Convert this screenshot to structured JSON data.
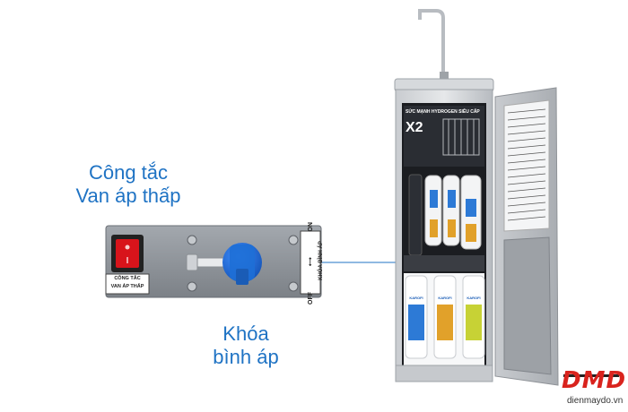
{
  "callouts": {
    "switch_label_line1": "Công tắc",
    "switch_label_line2": "Van áp thấp",
    "valve_label_line1": "Khóa",
    "valve_label_line2": "bình áp"
  },
  "panel": {
    "switch_caption_line1": "CÔNG TẮC",
    "switch_caption_line2": "VAN ÁP THẤP",
    "valve_on": "ON",
    "valve_off": "OFF",
    "valve_caption": "KHÓA BÌNH ÁP"
  },
  "machine": {
    "banner_line1": "SỨC MẠNH HYDROGEN SIÊU CẤP",
    "banner_x2": "X2",
    "filter_labels": [
      "KAROFI",
      "KAROFI",
      "KAROFI"
    ]
  },
  "watermark": {
    "brand": "DMD",
    "site": "dienmaydo.vn"
  },
  "colors": {
    "callout": "#1f73c4",
    "panel": "#8f949a",
    "switch_red": "#d8141b",
    "valve_blue": "#1e6fd6",
    "logo_red": "#d9231d"
  }
}
